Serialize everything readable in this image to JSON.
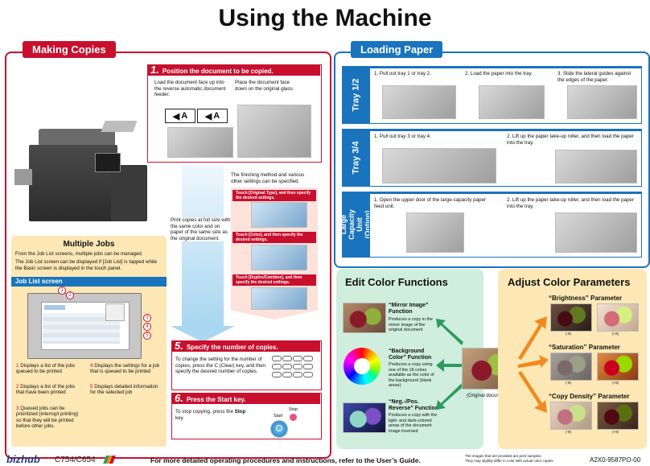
{
  "title": "Using the Machine",
  "making_copies": {
    "heading": "Making Copies",
    "step1": {
      "num": "1.",
      "title": "Position the document to be copied.",
      "left_text": "Load the document face up into the reverse automatic document feeder.",
      "right_text": "Place the document face down on the original glass.",
      "key_a1": "A",
      "key_a2": "A"
    },
    "finishing_note": "The finishing method and various other settings can be specified.",
    "sub_steps": [
      {
        "num": "2",
        "text": "Touch [Original Type], and then specify the desired settings."
      },
      {
        "num": "3",
        "text": "Touch [Color], and then specify the desired settings."
      },
      {
        "num": "4",
        "text": "Touch [Duplex/Combine], and then specify the desired settings."
      }
    ],
    "print_note": "Print copies at full size with the same color and on paper of the same size as the original document.",
    "step5": {
      "num": "5.",
      "title": "Specify the number of copies.",
      "text": "To change the setting for the number of copies, press the C (Clear) key, and then specify the desired number of copies."
    },
    "step6": {
      "num": "6.",
      "title": "Press the Start key.",
      "text_prefix": "To stop copying, press the ",
      "text_bold": "Stop",
      "text_suffix": " key.",
      "start_label": "Start",
      "stop_label": "Stop"
    }
  },
  "multiple_jobs": {
    "heading": "Multiple Jobs",
    "intro1": "From the Job List screens, multiple jobs can be managed.",
    "intro2": "The Job List screen can be displayed if [Job List] is tapped while the Basic screen is displayed in the touch panel.",
    "screen_label": "Job List screen",
    "callouts": [
      "1",
      "2",
      "3",
      "4",
      "5"
    ],
    "items": [
      {
        "num": "1",
        "text": "Displays a list of the jobs queued to be printed"
      },
      {
        "num": "2",
        "text": "Displays a list of the jobs that have been printed"
      },
      {
        "num": "3",
        "text": "Queued jobs can be prioritized (interrupt printing) so that they will be printed before other jobs."
      },
      {
        "num": "4",
        "text": "Displays the settings for a job that is queued to be printed"
      },
      {
        "num": "5",
        "text": "Displays detailed information for the selected job"
      }
    ]
  },
  "loading_paper": {
    "heading": "Loading Paper",
    "rows": [
      {
        "tab": "Tray 1/2",
        "steps": [
          "1. Pull out tray 1 or tray 2.",
          "2. Load the paper into the tray.",
          "3. Slide the lateral guides against the edges of the paper."
        ]
      },
      {
        "tab": "Tray 3/4",
        "steps": [
          "1. Pull out tray 3 or tray 4.",
          "2. Lift up the paper take-up roller, and then load the paper into the tray."
        ]
      },
      {
        "tab": "Large Capacity Unit (Option)",
        "steps": [
          "1. Open the upper door of the large-capacity paper feed unit.",
          "2. Lift up the paper take-up roller, and then load the paper into the tray."
        ]
      }
    ]
  },
  "edit_color": {
    "heading": "Edit Color Functions",
    "functions": [
      {
        "name": "“Mirror Image” Function",
        "desc": "Produces a copy in the mirror image of the original document"
      },
      {
        "name": "“Background Color” Function",
        "desc": "Produces a copy using one of the 18 colors available as the color of the background (blank areas)"
      },
      {
        "name": "“Neg.-/Pos. Reverse” Function",
        "desc": "Produces a copy with the light- and dark-colored areas of the document image inversed"
      }
    ],
    "original_label": "(Original document)"
  },
  "adjust_color": {
    "heading": "Adjust Color Parameters",
    "params": [
      {
        "name": "“Brightness” Parameter",
        "minus": "(-8)",
        "plus": "(+8)"
      },
      {
        "name": "“Saturation” Parameter",
        "minus": "(-8)",
        "plus": "(+8)"
      },
      {
        "name": "“Copy Density” Parameter",
        "minus": "(-8)",
        "plus": "(+8)"
      }
    ]
  },
  "footer": {
    "brand": "bizhub",
    "model": "C754/C654",
    "reference": "For more detailed operating procedures and instructions, refer to the User’s Guide.",
    "disclaimer1": "The images that are provided are print samples.",
    "disclaimer2": "They may slightly differ in color with actual color copies.",
    "part_number": "A2X0-9587PO-00"
  },
  "colors": {
    "red": "#c8102e",
    "blue": "#1a74bd",
    "green": "#2e9a5e",
    "orange": "#f08a1c"
  }
}
